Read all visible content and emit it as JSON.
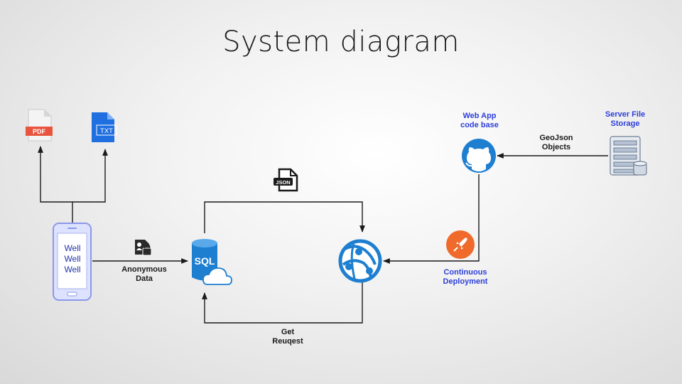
{
  "title": "System diagram",
  "nodes": {
    "pdf": {
      "badge": "PDF"
    },
    "txt": {
      "badge": "TXT"
    },
    "phone": {
      "lines": [
        "Well",
        "Well",
        "Well"
      ]
    },
    "sql": {
      "badge": "SQL"
    },
    "json": {
      "badge": "JSON"
    },
    "webapp": {
      "label_line1": "Web App",
      "label_line2": "code base"
    },
    "server": {
      "label_line1": "Server File",
      "label_line2": "Storage"
    }
  },
  "edges": {
    "anonymous": {
      "line1": "Anonymous",
      "line2": "Data"
    },
    "get_request": {
      "line1": "Get",
      "line2": "Reuqest"
    },
    "geojson": {
      "line1": "GeoJson",
      "line2": "Objects"
    },
    "deployment": {
      "line1": "Continuous",
      "line2": "Deployment"
    }
  },
  "colors": {
    "accent_blue": "#1e7fd0",
    "label_blue": "#2d3fd8",
    "pdf_red": "#e8553e",
    "txt_blue": "#1f6fe0",
    "deploy_orange": "#f06a2c",
    "line": "#1a1a1a"
  },
  "icons": {
    "pdf": "pdf-file-icon",
    "txt": "txt-file-icon",
    "json": "json-file-icon",
    "lock_doc": "locked-document-icon",
    "sql": "sql-database-icon",
    "globe": "web-globe-icon",
    "github": "github-icon",
    "rocket": "rocket-icon",
    "server": "server-storage-icon"
  }
}
